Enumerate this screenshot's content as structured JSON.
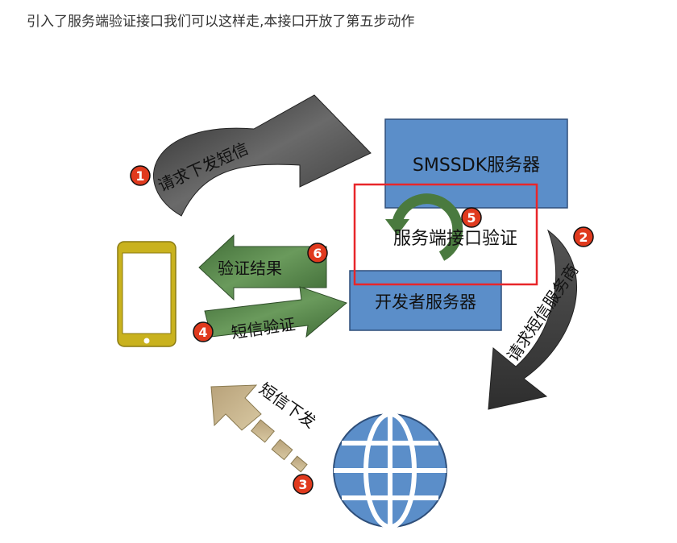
{
  "caption": "引入了服务端验证接口我们可以这样走,本接口开放了第五步动作",
  "diagram": {
    "nodes": {
      "smssdk_server": "SMSSDK服务器",
      "dev_server": "开发者服务器",
      "verify_interface": "服务端接口验证"
    },
    "arrows": {
      "request_sms": "请求下发短信",
      "request_provider": "请求短信服务商",
      "sms_delivery": "短信下发",
      "sms_verify": "短信验证",
      "verify_result": "验证结果"
    },
    "steps": [
      "1",
      "2",
      "3",
      "4",
      "5",
      "6"
    ]
  },
  "colors": {
    "box_blue": "#5b8ec9",
    "highlight_red": "#e8262a",
    "arrow_dark": "#3a3a3a",
    "arrow_green": "#4a7a3f",
    "arrow_tan": "#c8b48c",
    "badge_red": "#e03a1e",
    "phone_yellow": "#c9b21e"
  }
}
